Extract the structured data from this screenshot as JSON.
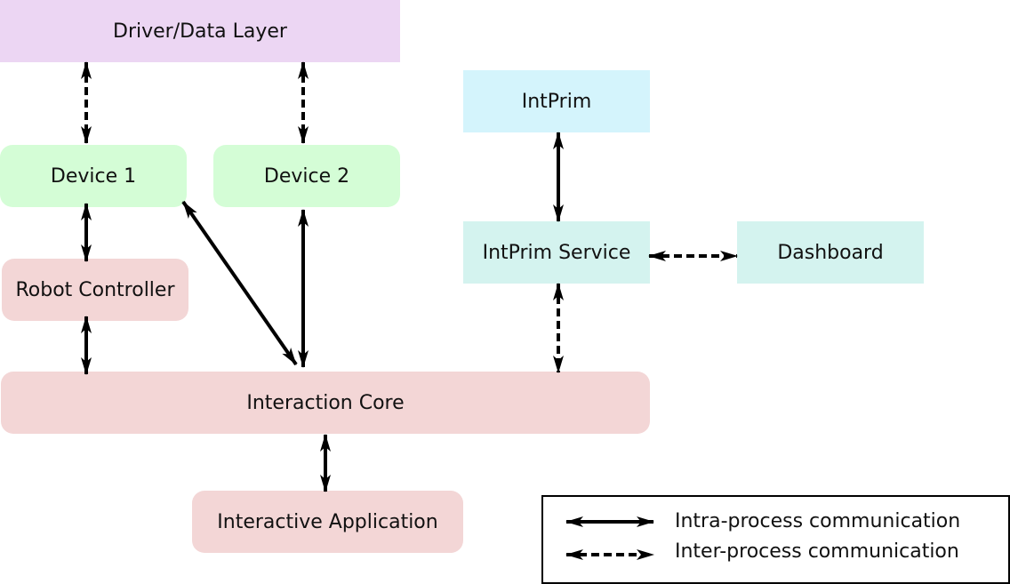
{
  "nodes": {
    "driver_layer": {
      "label": "Driver/Data Layer",
      "color": "#ecd6f3"
    },
    "device1": {
      "label": "Device 1",
      "color": "#d4fdd6"
    },
    "device2": {
      "label": "Device 2",
      "color": "#d4fdd6"
    },
    "robot_controller": {
      "label": "Robot Controller",
      "color": "#f3d6d6"
    },
    "interaction_core": {
      "label": "Interaction Core",
      "color": "#f3d6d6"
    },
    "interactive_app": {
      "label": "Interactive Application",
      "color": "#f3d6d6"
    },
    "intprim": {
      "label": "IntPrim",
      "color": "#d4f4fc"
    },
    "intprim_service": {
      "label": "IntPrim Service",
      "color": "#d4f3ef"
    },
    "dashboard": {
      "label": "Dashboard",
      "color": "#d4f3ef"
    }
  },
  "edges": [
    {
      "from": "driver_layer",
      "to": "device1",
      "style": "dashed",
      "direction": "both"
    },
    {
      "from": "driver_layer",
      "to": "device2",
      "style": "dashed",
      "direction": "both"
    },
    {
      "from": "device1",
      "to": "robot_controller",
      "style": "solid",
      "direction": "both"
    },
    {
      "from": "robot_controller",
      "to": "interaction_core",
      "style": "solid",
      "direction": "both"
    },
    {
      "from": "device1",
      "to": "interaction_core",
      "style": "solid",
      "direction": "both"
    },
    {
      "from": "device2",
      "to": "interaction_core",
      "style": "solid",
      "direction": "both"
    },
    {
      "from": "interaction_core",
      "to": "interactive_app",
      "style": "solid",
      "direction": "both"
    },
    {
      "from": "intprim",
      "to": "intprim_service",
      "style": "solid",
      "direction": "both"
    },
    {
      "from": "intprim_service",
      "to": "dashboard",
      "style": "dashed",
      "direction": "both"
    },
    {
      "from": "intprim_service",
      "to": "interaction_core",
      "style": "dashed",
      "direction": "both"
    }
  ],
  "legend": {
    "solid_label": "Intra-process communication",
    "dashed_label": "Inter-process communication"
  }
}
